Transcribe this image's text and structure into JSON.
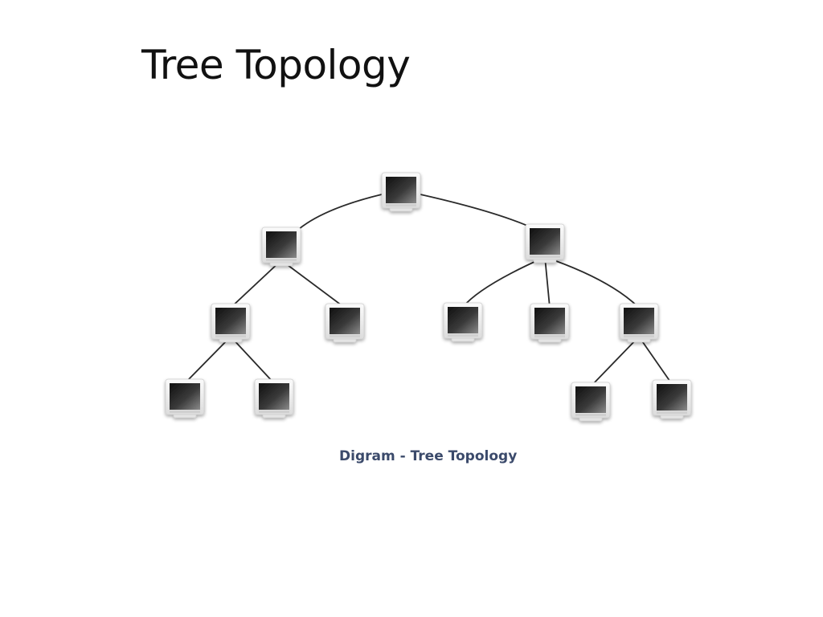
{
  "slide": {
    "title": "Tree Topology"
  },
  "diagram": {
    "caption": "Digram - Tree Topology",
    "node_icon": "computer-monitor-icon",
    "colors": {
      "link": "#2a2a2a",
      "caption": "#3b4a6b",
      "screen_dark": "#101010",
      "screen_light": "#8a8a8a",
      "bezel": "#f2f2f2"
    },
    "nodes": [
      "root",
      "left-hub",
      "right-hub",
      "left-left",
      "left-right",
      "right-left",
      "right-mid",
      "right-right",
      "leaf-ll-1",
      "leaf-ll-2",
      "leaf-rr-1",
      "leaf-rr-2"
    ],
    "links": [
      [
        "root",
        "left-hub"
      ],
      [
        "root",
        "right-hub"
      ],
      [
        "left-hub",
        "left-left"
      ],
      [
        "left-hub",
        "left-right"
      ],
      [
        "right-hub",
        "right-left"
      ],
      [
        "right-hub",
        "right-mid"
      ],
      [
        "right-hub",
        "right-right"
      ],
      [
        "left-left",
        "leaf-ll-1"
      ],
      [
        "left-left",
        "leaf-ll-2"
      ],
      [
        "right-right",
        "leaf-rr-1"
      ],
      [
        "right-right",
        "leaf-rr-2"
      ]
    ]
  }
}
